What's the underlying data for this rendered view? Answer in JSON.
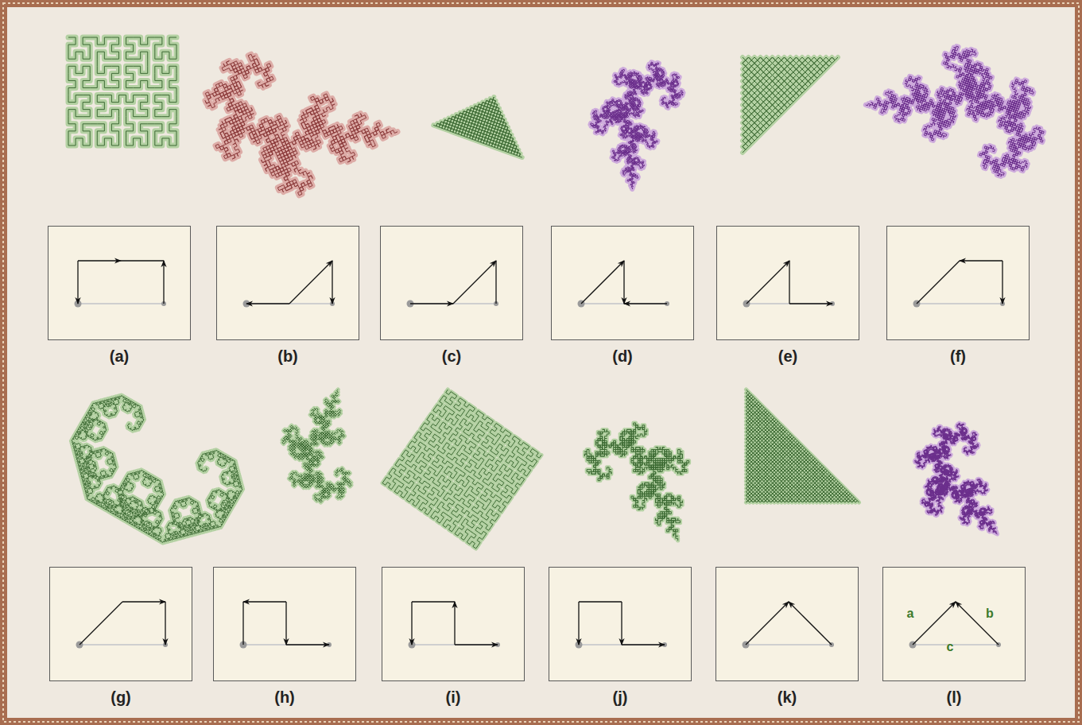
{
  "diagram": {
    "nodes": [
      {
        "text": [
          "(a)"
        ]
      },
      {
        "text": [
          "(b)"
        ]
      },
      {
        "text": [
          "(c)"
        ]
      },
      {
        "text": [
          "(d)"
        ]
      },
      {
        "text": [
          "(e)"
        ]
      },
      {
        "text": [
          "(f)"
        ]
      },
      {
        "text": [
          "(g)"
        ]
      },
      {
        "text": [
          "(h)"
        ]
      },
      {
        "text": [
          "(i)"
        ]
      },
      {
        "text": [
          "(j)"
        ]
      },
      {
        "text": [
          "(k)"
        ]
      },
      {
        "text": [
          "a",
          "b",
          "c",
          "(l)"
        ]
      }
    ]
  }
}
